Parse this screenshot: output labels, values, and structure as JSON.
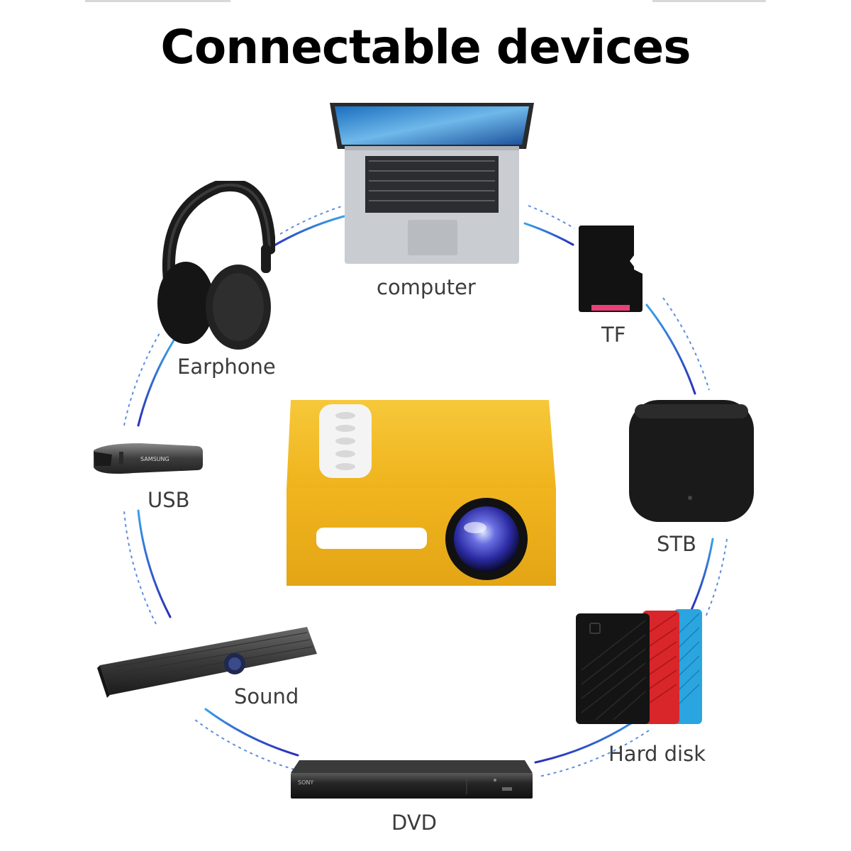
{
  "title": "Connectable devices",
  "devices": {
    "computer": {
      "label": "computer",
      "icon": "laptop-icon"
    },
    "tf": {
      "label": "TF",
      "icon": "microsd-card-icon"
    },
    "stb": {
      "label": "STB",
      "icon": "set-top-box-icon"
    },
    "hard_disk": {
      "label": "Hard disk",
      "icon": "hard-disk-icon"
    },
    "dvd": {
      "label": "DVD",
      "icon": "dvd-player-icon"
    },
    "sound": {
      "label": "Sound",
      "icon": "soundbar-icon"
    },
    "usb": {
      "label": "USB",
      "icon": "usb-drive-icon"
    },
    "earphone": {
      "label": "Earphone",
      "icon": "headphones-icon"
    }
  },
  "center_device": {
    "icon": "mini-projector-icon"
  },
  "colors": {
    "ring_solid": "#3a5bd9",
    "ring_dashed": "#6a8fe0",
    "projector_body": "#f2b51f",
    "tf_stripe": "#e8407a",
    "hdd_red": "#d9262b",
    "hdd_blue": "#2aa5e0",
    "label_text": "#3c3c3c"
  },
  "usb_brand": "SAMSUNG",
  "dvd_brand": "SONY"
}
